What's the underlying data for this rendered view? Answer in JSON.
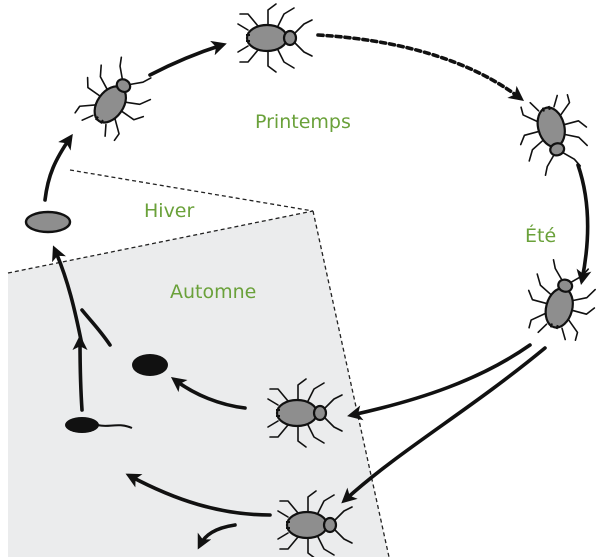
{
  "labels": {
    "spring": "Printemps",
    "summer": "Été",
    "winter": "Hiver",
    "autumn": "Automne"
  },
  "colors": {
    "label": "#6aa13a",
    "autumn_panel": "#ebeced",
    "insect_body": "#8e8e8e",
    "egg_winter": "#8e8e8e",
    "egg_autumn": "#111111",
    "outline": "#111111"
  },
  "icons": [
    "aphid-icon",
    "egg-icon",
    "sperm-icon"
  ]
}
